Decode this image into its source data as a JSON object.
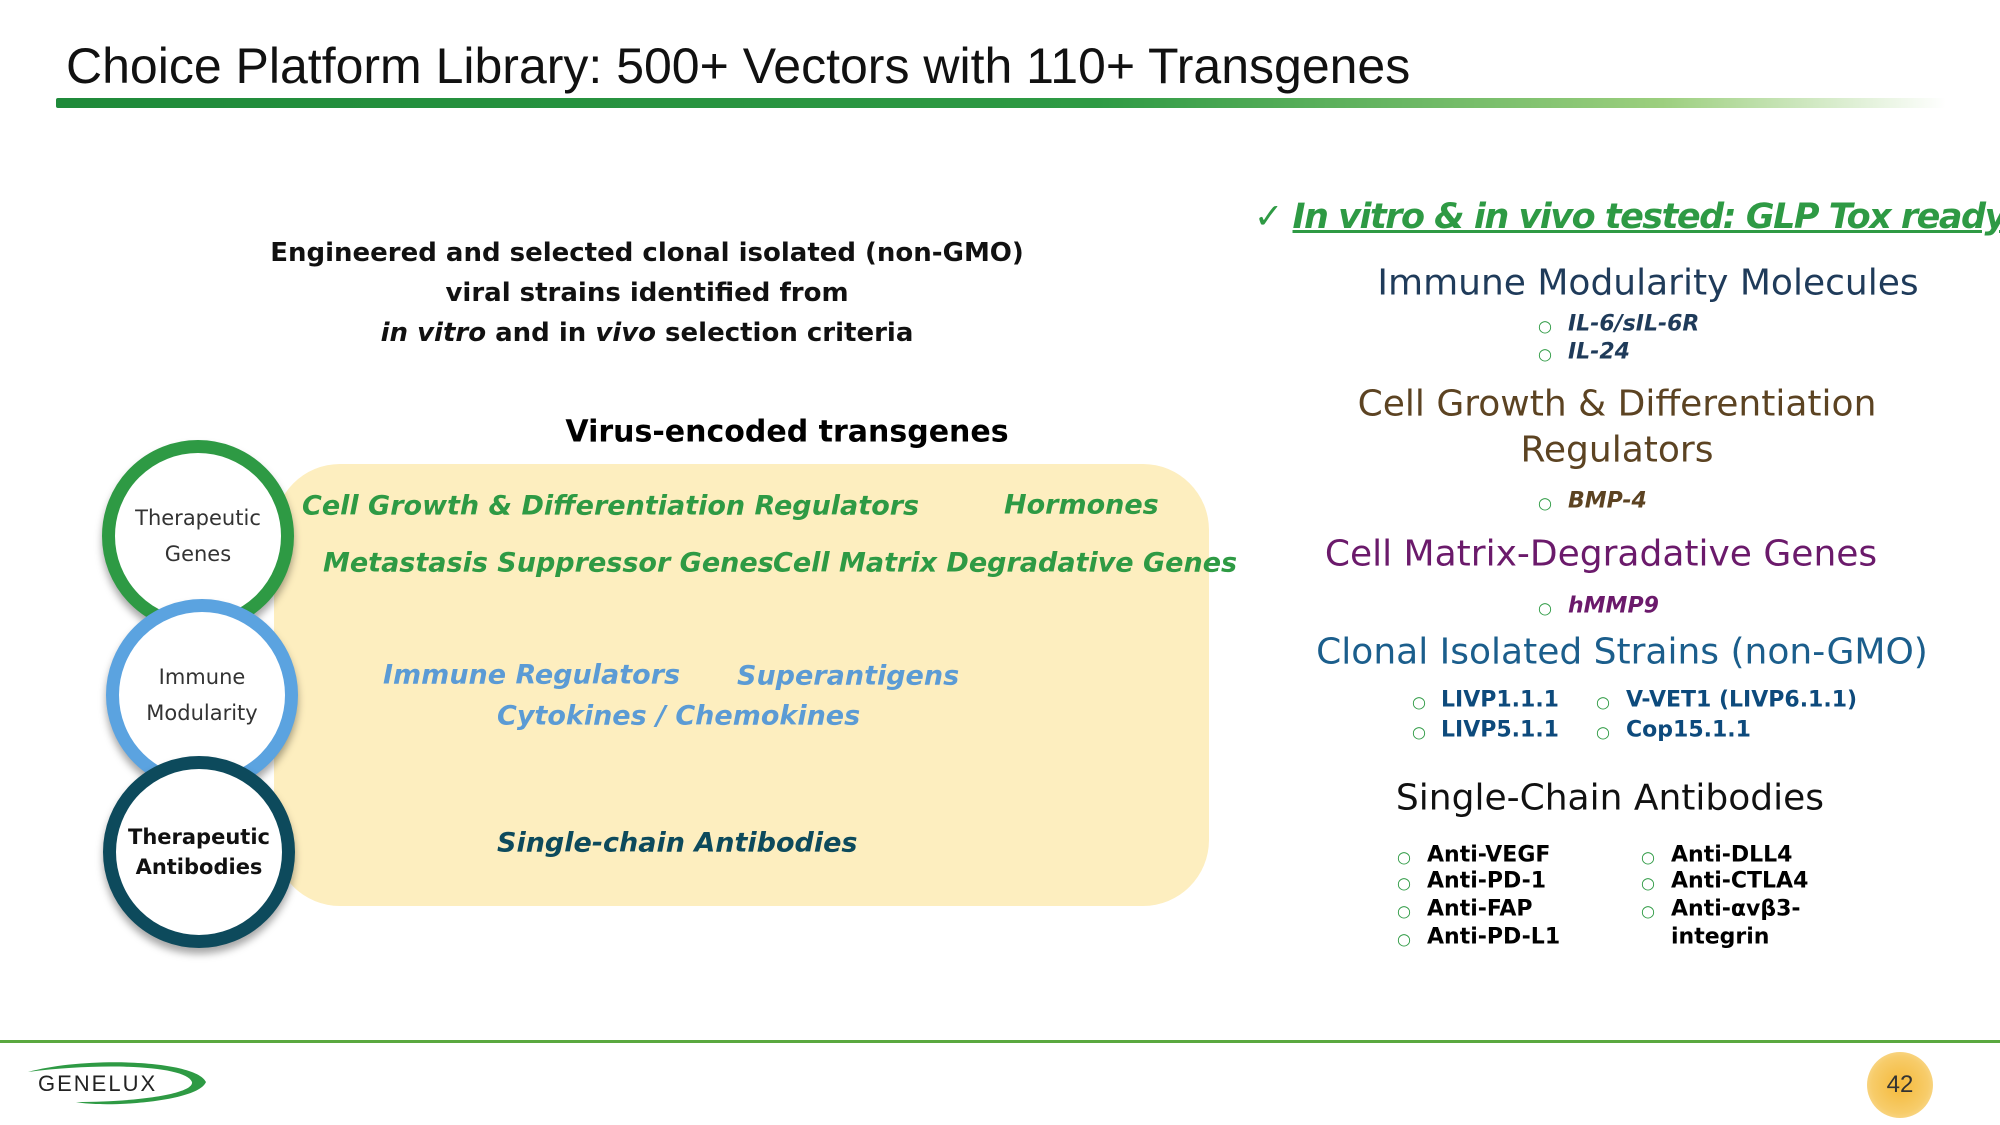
{
  "title": "Choice Platform Library: 500+ Vectors with 110+ Transgenes",
  "intro": {
    "line1": "Engineered and selected clonal isolated (non-GMO)",
    "line2": "viral strains identified from",
    "line3_a": "in vitro",
    "line3_b": " and in ",
    "line3_c": "vivo",
    "line3_d": " selection criteria"
  },
  "diagram": {
    "heading": "Virus-encoded transgenes",
    "circles": [
      {
        "line1": "Therapeutic",
        "line2": "Genes"
      },
      {
        "line1": "Immune",
        "line2": "Modularity"
      },
      {
        "line1": "Therapeutic",
        "line2": "Antibodies"
      }
    ],
    "therapeutic_genes": [
      "Cell Growth & Differentiation Regulators",
      "Hormones",
      "Metastasis Suppressor Genes",
      "Cell Matrix Degradative Genes"
    ],
    "immune": [
      "Immune Regulators",
      "Superantigens",
      "Cytokines / Chemokines"
    ],
    "antibodies": [
      "Single-chain Antibodies"
    ]
  },
  "right": {
    "check_icon": "✓",
    "check_text": "In vitro & in vivo tested: GLP Tox ready",
    "bullet": "○",
    "immune": {
      "heading": "Immune Modularity Molecules",
      "items": [
        "IL-6/sIL-6R",
        "IL-24"
      ]
    },
    "growth": {
      "heading1": "Cell Growth & Differentiation",
      "heading2": "Regulators",
      "items": [
        "BMP-4"
      ]
    },
    "matrix": {
      "heading": "Cell Matrix-Degradative Genes",
      "items": [
        "hMMP9"
      ]
    },
    "strains": {
      "heading": "Clonal Isolated Strains (non-GMO)",
      "col1": [
        "LIVP1.1.1",
        "LIVP5.1.1"
      ],
      "col2": [
        "V-VET1 (LIVP6.1.1)",
        "Cop15.1.1"
      ]
    },
    "scab": {
      "heading": "Single-Chain Antibodies",
      "col1": [
        "Anti-VEGF",
        "Anti-PD-1",
        "Anti-FAP",
        "Anti-PD-L1"
      ],
      "col2": [
        "Anti-DLL4",
        "Anti-CTLA4",
        "Anti-αvβ3-",
        "integrin"
      ]
    }
  },
  "footer": {
    "logo_text": "GENELUX",
    "page_number": "42"
  },
  "colors": {
    "green": "#2e9a44",
    "blue": "#5b9bd5",
    "teal": "#0d4a5c",
    "yellow": "#fdeebf"
  }
}
